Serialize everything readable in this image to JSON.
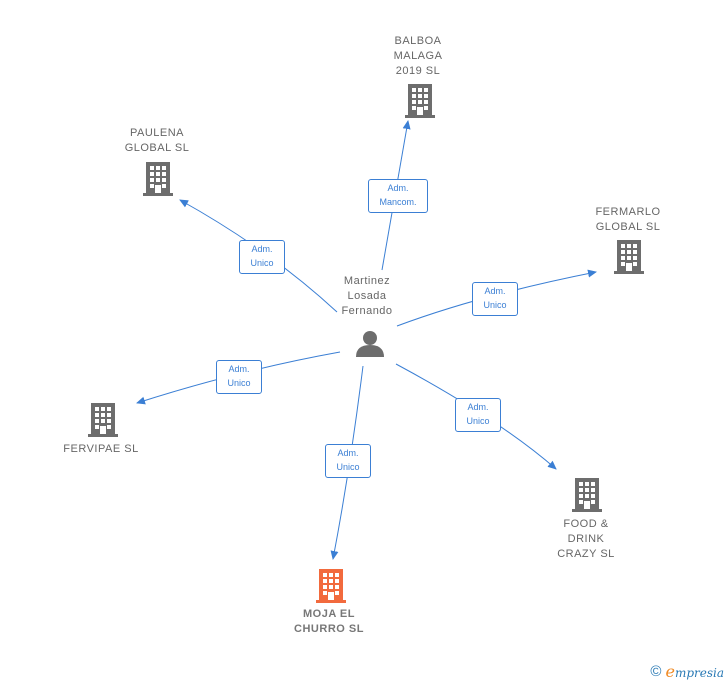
{
  "person": {
    "name": "Martinez\nLosada\nFernando"
  },
  "companies": [
    {
      "id": "balboa",
      "name": "BALBOA\nMALAGA\n2019  SL",
      "relation": "Adm.\nMancom.",
      "highlight": false
    },
    {
      "id": "paulena",
      "name": "PAULENA\nGLOBAL  SL",
      "relation": "Adm.\nUnico",
      "highlight": false
    },
    {
      "id": "fermarlo",
      "name": "FERMARLO\nGLOBAL  SL",
      "relation": "Adm.\nUnico",
      "highlight": false
    },
    {
      "id": "fervipae",
      "name": "FERVIPAE SL",
      "relation": "Adm.\nUnico",
      "highlight": false
    },
    {
      "id": "food",
      "name": "FOOD &\nDRINK\nCRAZY  SL",
      "relation": "Adm.\nUnico",
      "highlight": false
    },
    {
      "id": "moja",
      "name": "MOJA EL\nCHURRO  SL",
      "relation": "Adm.\nUnico",
      "highlight": true
    }
  ],
  "colors": {
    "edge": "#3b7fd4",
    "building": "#6d6d6d",
    "highlight": "#f26a3d",
    "person": "#6d6d6d"
  },
  "footer": {
    "copyright": "©",
    "e_letter": "e",
    "brand_rest": "mpresia"
  }
}
